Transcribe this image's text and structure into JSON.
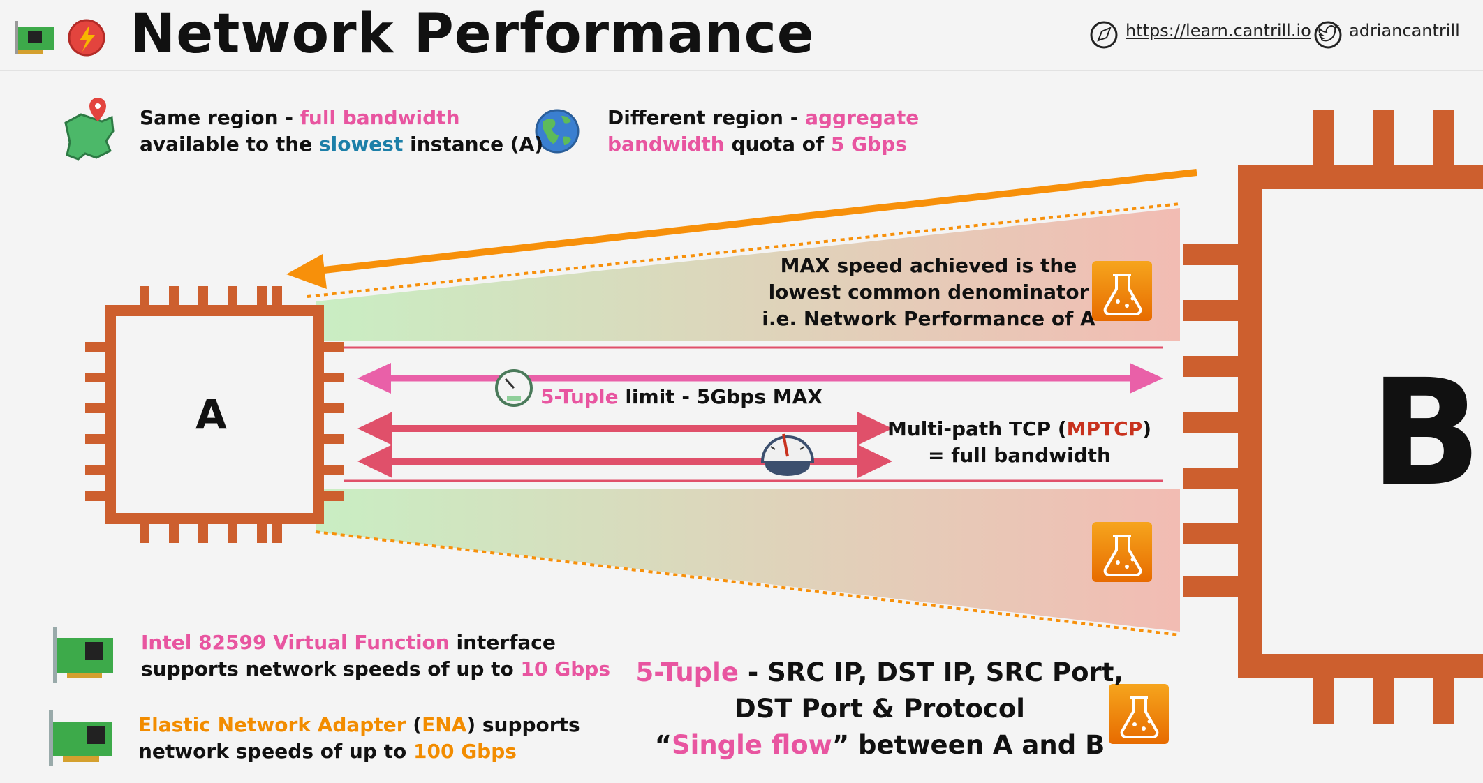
{
  "header": {
    "title": "Network Performance",
    "url": "https://learn.cantrill.io",
    "twitter": "adriancantrill",
    "icons": [
      "network-card-icon",
      "lightning-badge-icon",
      "compass-icon",
      "twitter-icon"
    ]
  },
  "same_region": {
    "line1_pre": "Same region - ",
    "line1_hl": "full bandwidth",
    "line2_pre": "available to the ",
    "line2_hl": "slowest",
    "line2_post": " instance (A)",
    "icon": "map-pin-icon"
  },
  "diff_region": {
    "line1_pre": "Different region - ",
    "line1_hl": "aggregate",
    "line2_hl": "bandwidth",
    "line2_mid": " quota of ",
    "line2_hl2": "5 Gbps",
    "icon": "globe-icon"
  },
  "instances": {
    "a_label": "A",
    "b_label": "B"
  },
  "max_speed": {
    "line1": "MAX speed achieved is the",
    "line2": "lowest common denominator",
    "line3": "i.e. Network Performance of A"
  },
  "tuple_limit": {
    "hl": "5-Tuple",
    "rest": " limit - 5Gbps MAX"
  },
  "mptcp": {
    "line1_pre": "Multi-path TCP (",
    "line1_hl": "MPTCP",
    "line1_post": ")",
    "line2": "= full bandwidth"
  },
  "intel": {
    "hl": "Intel 82599 Virtual Function",
    "line1_post": " interface",
    "line2_pre": "supports network speeds of up to ",
    "line2_hl": "10 Gbps"
  },
  "ena": {
    "hl": "Elastic Network Adapter",
    "paren_open": " (",
    "hl2": "ENA",
    "line1_post": ") supports",
    "line2_pre": "network speeds of up to ",
    "line2_hl": "100 Gbps"
  },
  "five_tuple": {
    "hl": "5-Tuple",
    "line1_post": " - SRC IP, DST IP, SRC Port,",
    "line2": "DST Port & Protocol",
    "line3_q1": "“",
    "line3_hl": "Single flow",
    "line3_post": "” between A and B"
  },
  "colors": {
    "chip": "#cd5f2e",
    "pink": "#e855a0",
    "red_arrow": "#e0506a",
    "orange_arrow": "#f7900a",
    "lab_icon": "#f08a00"
  }
}
